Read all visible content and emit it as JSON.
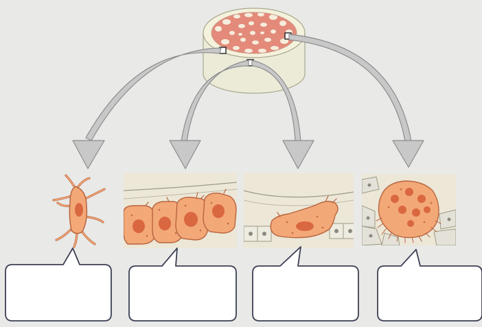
{
  "diagram": {
    "source": {
      "name": "bone-cross-section"
    },
    "cells": [
      {
        "id": "osteocyte",
        "label": ""
      },
      {
        "id": "osteoblasts",
        "label": ""
      },
      {
        "id": "bone-lining-cell",
        "label": ""
      },
      {
        "id": "osteoclast",
        "label": ""
      }
    ],
    "colors": {
      "background": "#e9e9e7",
      "arrow_fill": "#c8c8c8",
      "arrow_stroke": "#8c8c8c",
      "cell_fill": "#f3a878",
      "cell_edge": "#b8643e",
      "nucleus": "#d9673f",
      "panel_bg": "#ece7d7",
      "box_stroke": "#3b3f52"
    }
  }
}
